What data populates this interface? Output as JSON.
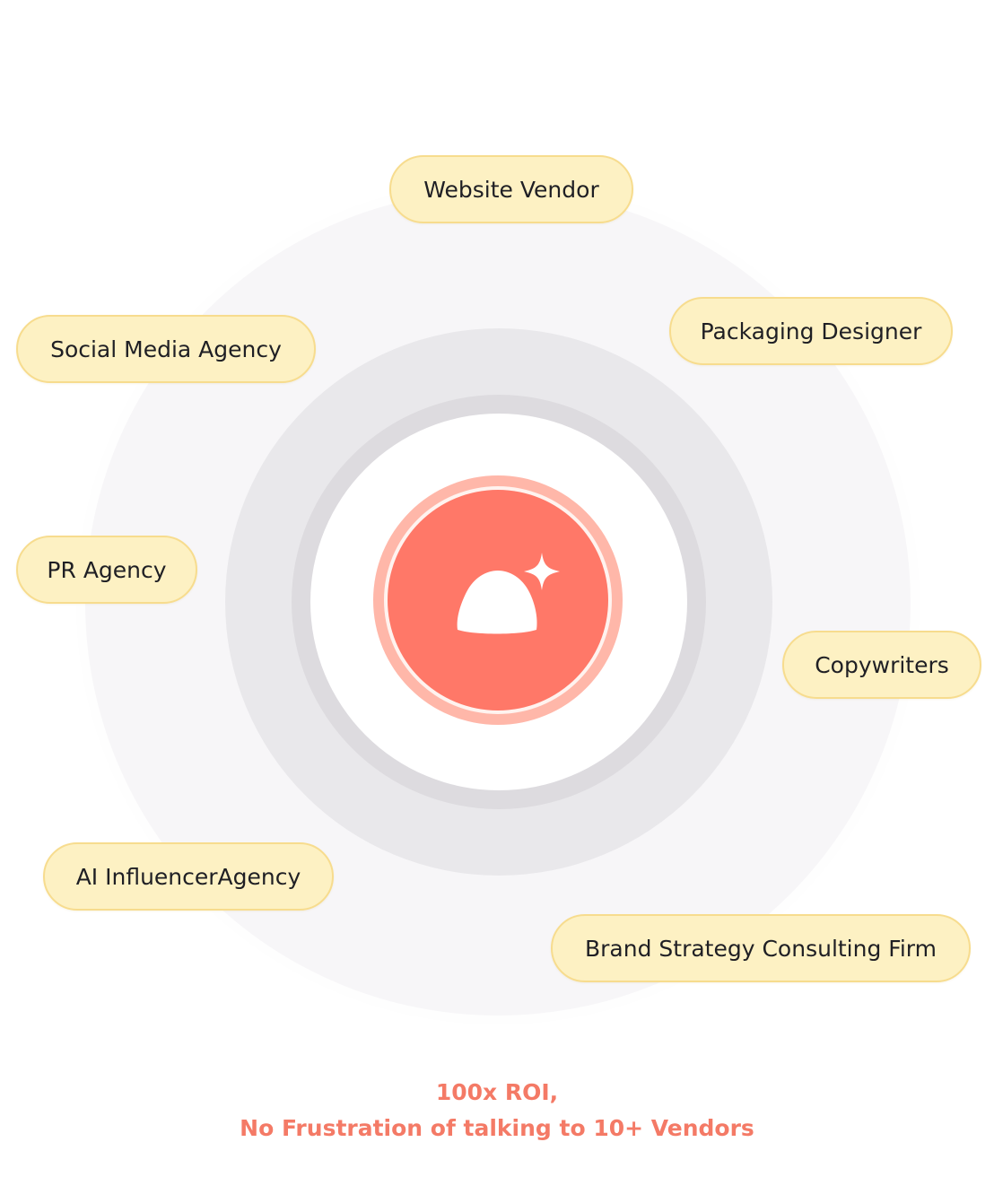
{
  "hub": {
    "icon": "dome-sparkle-icon",
    "color": "#ff7868",
    "halo_color": "#ffb7a9"
  },
  "vendors": [
    {
      "label": "Website Vendor"
    },
    {
      "label": "Social Media Agency"
    },
    {
      "label": "Packaging Designer"
    },
    {
      "label": "PR Agency"
    },
    {
      "label": "Copywriters"
    },
    {
      "label": "AI InfluencerAgency"
    },
    {
      "label": "Brand Strategy Consulting Firm"
    }
  ],
  "pill_colors": {
    "fill": "#fdf1c3",
    "border": "#f7dc8e"
  },
  "tagline": {
    "line1": "100x ROI,",
    "line2": "No Frustration of talking to 10+ Vendors",
    "color": "#f47a66"
  }
}
